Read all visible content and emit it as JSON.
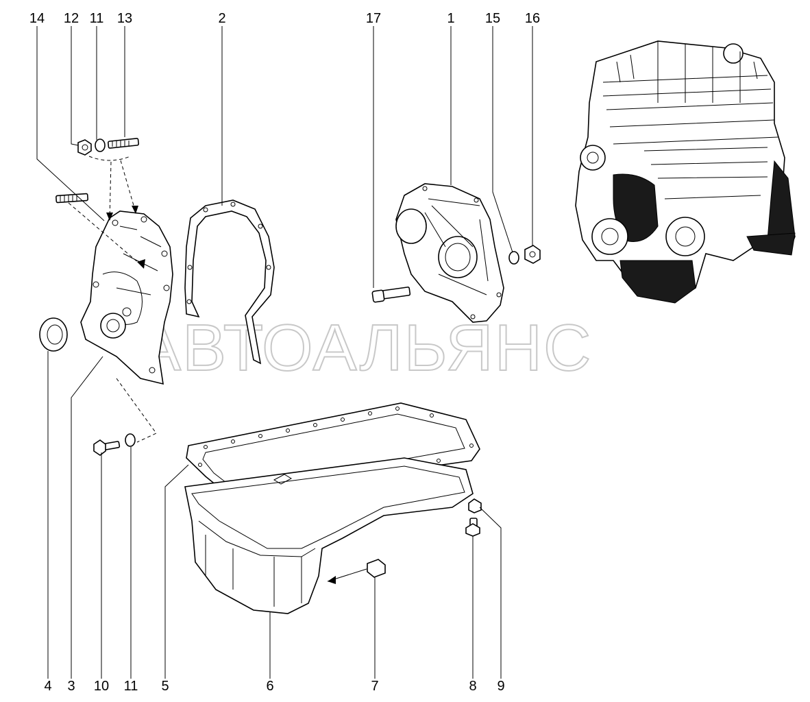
{
  "watermark": "АВТОАЛЬЯНС",
  "callouts_top": [
    "14",
    "12",
    "11",
    "13",
    "2",
    "17",
    "1",
    "15",
    "16"
  ],
  "callouts_bottom": [
    "4",
    "3",
    "10",
    "11",
    "5",
    "6",
    "7",
    "8",
    "9"
  ],
  "icons": [
    "engine-illustration",
    "front-cover-part",
    "gasket-part",
    "oil-pan-part",
    "oil-seal-part"
  ]
}
